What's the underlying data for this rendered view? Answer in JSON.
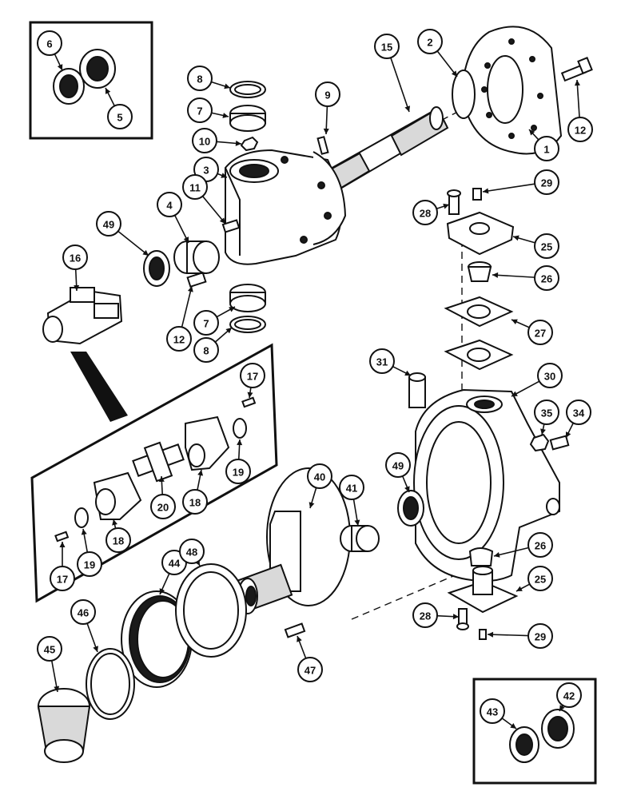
{
  "callouts": [
    {
      "id": "c1",
      "label": "1"
    },
    {
      "id": "c2",
      "label": "2"
    },
    {
      "id": "c3",
      "label": "3"
    },
    {
      "id": "c4",
      "label": "4"
    },
    {
      "id": "c5",
      "label": "5"
    },
    {
      "id": "c6",
      "label": "6"
    },
    {
      "id": "c7a",
      "label": "7"
    },
    {
      "id": "c7b",
      "label": "7"
    },
    {
      "id": "c8a",
      "label": "8"
    },
    {
      "id": "c8b",
      "label": "8"
    },
    {
      "id": "c9",
      "label": "9"
    },
    {
      "id": "c10",
      "label": "10"
    },
    {
      "id": "c11",
      "label": "11"
    },
    {
      "id": "c12a",
      "label": "12"
    },
    {
      "id": "c12b",
      "label": "12"
    },
    {
      "id": "c15",
      "label": "15"
    },
    {
      "id": "c16",
      "label": "16"
    },
    {
      "id": "c17a",
      "label": "17"
    },
    {
      "id": "c17b",
      "label": "17"
    },
    {
      "id": "c18a",
      "label": "18"
    },
    {
      "id": "c18b",
      "label": "18"
    },
    {
      "id": "c19a",
      "label": "19"
    },
    {
      "id": "c19b",
      "label": "19"
    },
    {
      "id": "c20",
      "label": "20"
    },
    {
      "id": "c25a",
      "label": "25"
    },
    {
      "id": "c25b",
      "label": "25"
    },
    {
      "id": "c26a",
      "label": "26"
    },
    {
      "id": "c26b",
      "label": "26"
    },
    {
      "id": "c27",
      "label": "27"
    },
    {
      "id": "c28a",
      "label": "28"
    },
    {
      "id": "c28b",
      "label": "28"
    },
    {
      "id": "c29a",
      "label": "29"
    },
    {
      "id": "c29b",
      "label": "29"
    },
    {
      "id": "c30",
      "label": "30"
    },
    {
      "id": "c31",
      "label": "31"
    },
    {
      "id": "c34",
      "label": "34"
    },
    {
      "id": "c35",
      "label": "35"
    },
    {
      "id": "c40",
      "label": "40"
    },
    {
      "id": "c41",
      "label": "41"
    },
    {
      "id": "c42",
      "label": "42"
    },
    {
      "id": "c43",
      "label": "43"
    },
    {
      "id": "c44",
      "label": "44"
    },
    {
      "id": "c45",
      "label": "45"
    },
    {
      "id": "c46",
      "label": "46"
    },
    {
      "id": "c47",
      "label": "47"
    },
    {
      "id": "c48",
      "label": "48"
    },
    {
      "id": "c49a",
      "label": "49"
    },
    {
      "id": "c49b",
      "label": "49"
    }
  ]
}
